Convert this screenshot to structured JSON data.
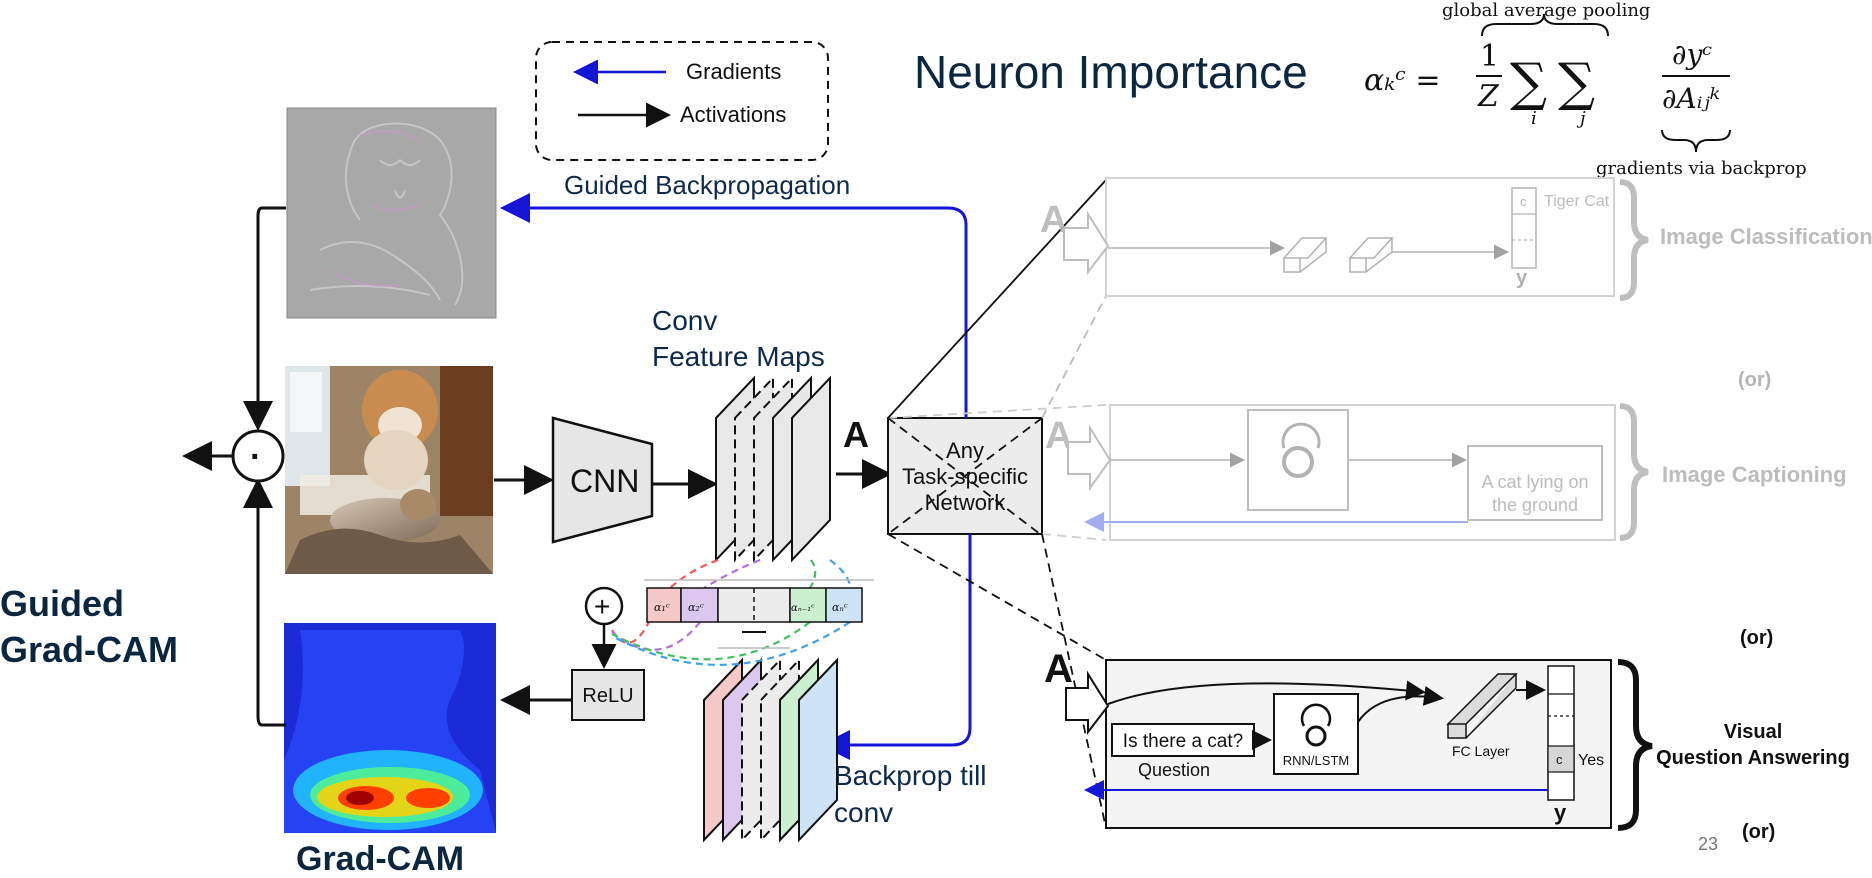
{
  "legend": {
    "gradients": "Gradients",
    "activations": "Activations"
  },
  "labels": {
    "guided_backprop": "Guided Backpropagation",
    "conv_maps_1": "Conv",
    "conv_maps_2": "Feature Maps",
    "cnn": "CNN",
    "feature_a": "A",
    "task_network": [
      "Any",
      "Task-specific",
      "Network"
    ],
    "relu": "ReLU",
    "backprop_1": "Backprop till",
    "backprop_2": "conv",
    "guided_gradcam_1": "Guided",
    "guided_gradcam_2": "Grad-CAM",
    "gradcam": "Grad-CAM",
    "dot": "·",
    "plus": "+"
  },
  "alphas": [
    "α₁ᶜ",
    "α₂ᶜ",
    "αₙ₋₁ᶜ",
    "αₙᶜ"
  ],
  "formula": {
    "heading": "Neuron Importance",
    "top_note": "global average pooling",
    "bottom_note": "gradients via backprop",
    "lhs": "αₖᶜ =",
    "frac_1z_num": "1",
    "frac_1z_den": "Z",
    "sum1": "∑",
    "sum2": "∑",
    "idx_i": "i",
    "idx_j": "j",
    "grad_num": "∂yᶜ",
    "grad_den": "∂Aᵢⱼᵏ"
  },
  "tasks": {
    "classification": {
      "label": "Image Classification",
      "a": "A",
      "class": "c",
      "class_name": "Tiger Cat",
      "y": "y"
    },
    "or1": "(or)",
    "captioning": {
      "label": "Image Captioning",
      "a": "A",
      "caption_1": "A cat lying on",
      "caption_2": "the ground"
    },
    "or2": "(or)",
    "vqa": {
      "label_1": "Visual",
      "label_2": "Question Answering",
      "a": "A",
      "question": "Is there a cat?",
      "question_label": "Question",
      "rnn": "RNN/LSTM",
      "fc": "FC Layer",
      "class": "c",
      "answer": "Yes",
      "y": "y"
    },
    "or3": "(or)"
  },
  "page_number": "23",
  "colors": {
    "gradient_arrow": "#1515d6",
    "title_blue": "#0d2a4a",
    "faded": "#b5b5b5",
    "heading_navy": "#0b2740"
  }
}
